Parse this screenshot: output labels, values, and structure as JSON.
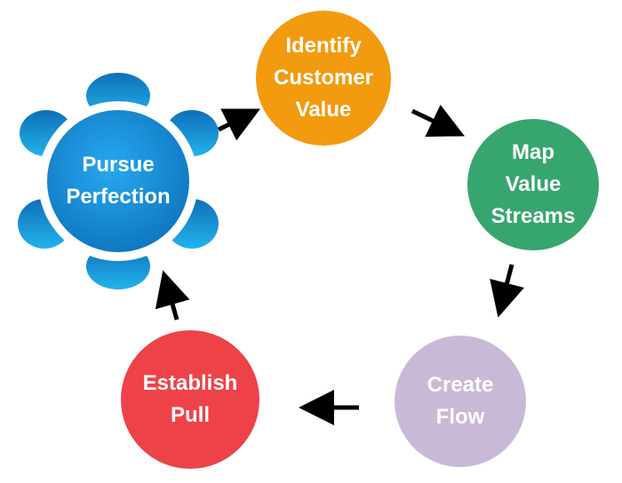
{
  "diagram": {
    "nodes": [
      {
        "id": "identify",
        "label": "Identify\nCustomer\nValue",
        "color": "#F29B0F"
      },
      {
        "id": "map",
        "label": "Map\nValue\nStreams",
        "color": "#37A66E"
      },
      {
        "id": "flow",
        "label": "Create\nFlow",
        "color": "#C8BAD6"
      },
      {
        "id": "pull",
        "label": "Establish\nPull",
        "color": "#EE4249"
      },
      {
        "id": "perfection",
        "label": "Pursue\nPerfection",
        "color": "#1A8ED8",
        "petal_color": "#1A90D6"
      }
    ],
    "arrow_color": "#000000",
    "flow_order": [
      "identify",
      "map",
      "flow",
      "pull",
      "perfection",
      "identify"
    ]
  }
}
